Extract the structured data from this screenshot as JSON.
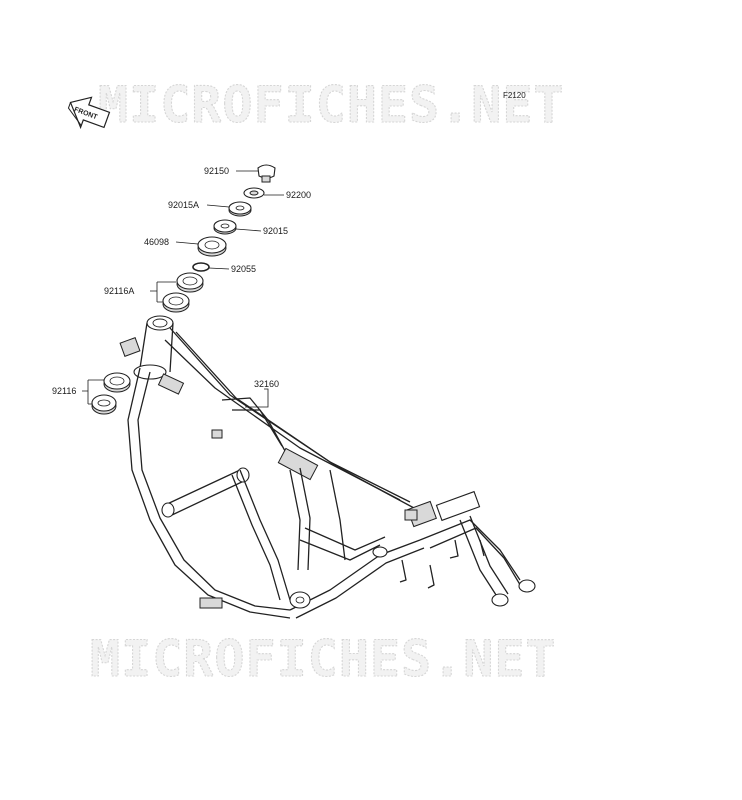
{
  "watermark_text": "MICROFICHES.NET",
  "figure_number": "F2120",
  "front_arrow_label": "FRONT",
  "parts": [
    {
      "id": "p92150",
      "number": "92150"
    },
    {
      "id": "p92200",
      "number": "92200"
    },
    {
      "id": "p92015A",
      "number": "92015A"
    },
    {
      "id": "p92015",
      "number": "92015"
    },
    {
      "id": "p46098",
      "number": "46098"
    },
    {
      "id": "p92055",
      "number": "92055"
    },
    {
      "id": "p92116A",
      "number": "92116A"
    },
    {
      "id": "p92116",
      "number": "92116"
    },
    {
      "id": "p32160",
      "number": "32160"
    }
  ]
}
